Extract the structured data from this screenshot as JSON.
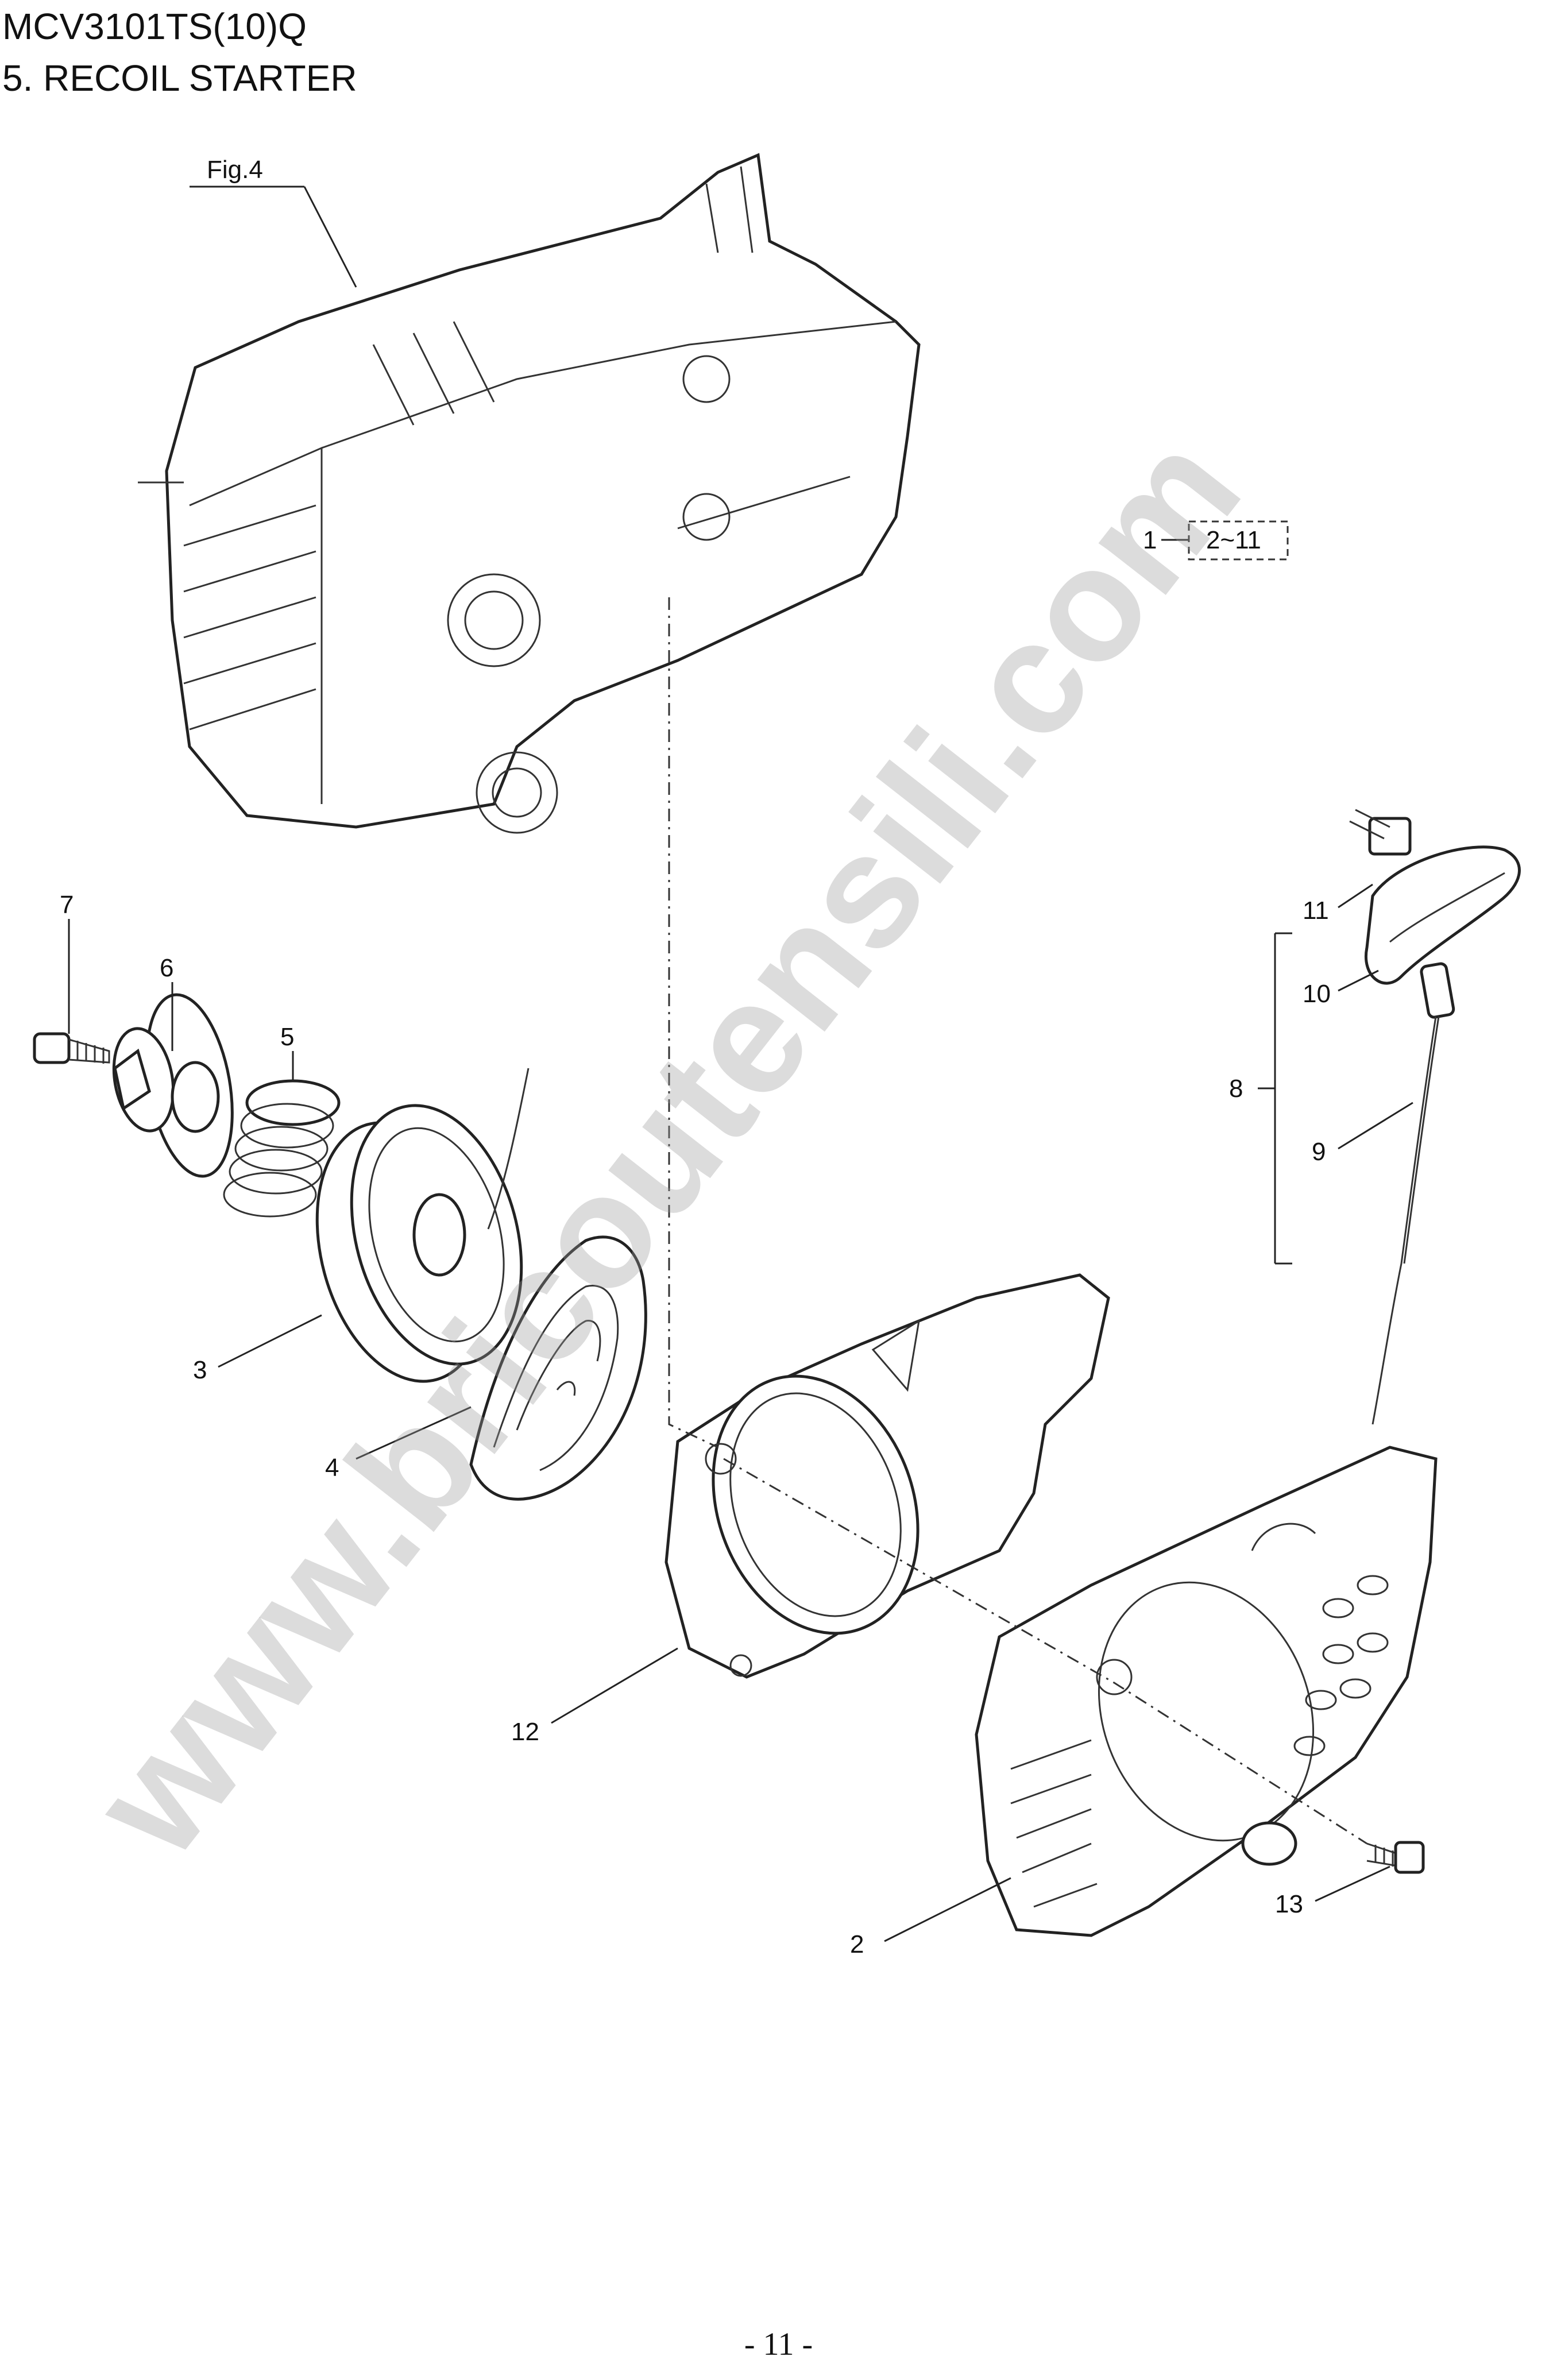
{
  "header": {
    "model": "MCV3101TS(10)Q",
    "section": "5. RECOIL STARTER"
  },
  "figure_ref": "Fig.4",
  "callouts": {
    "assembly_label": "1",
    "assembly_range": "2~11",
    "p2": "2",
    "p3": "3",
    "p4": "4",
    "p5": "5",
    "p6": "6",
    "p7": "7",
    "p8": "8",
    "p9": "9",
    "p10": "10",
    "p11": "11",
    "p12": "12",
    "p13": "13"
  },
  "watermark": "www.bricoutensili.com",
  "footer": {
    "page_number": "- 11 -"
  }
}
